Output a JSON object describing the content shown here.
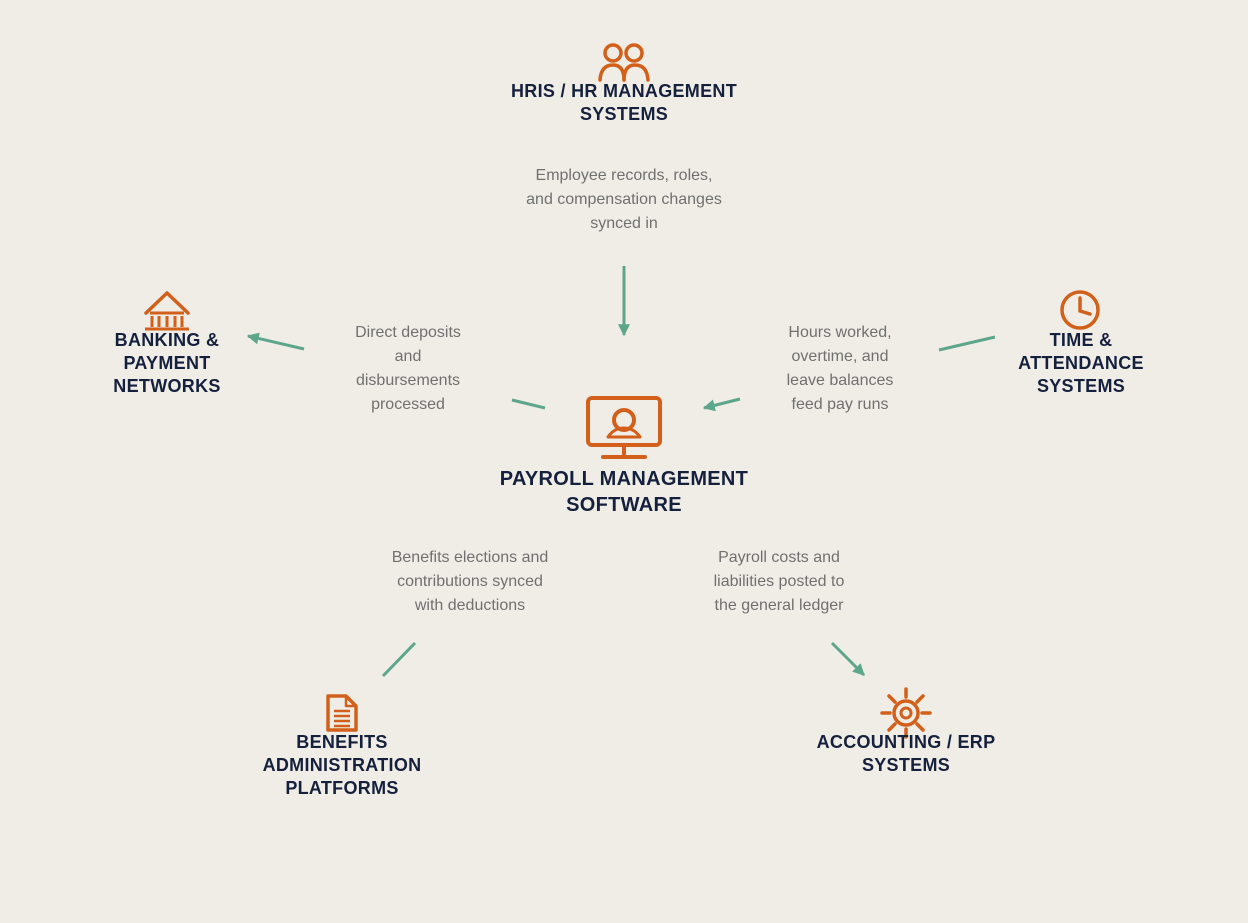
{
  "colors": {
    "background": "#f0ede7",
    "icon": "#d2601a",
    "connector": "#5ea68b",
    "title": "#15203d",
    "description": "#707070"
  },
  "center": {
    "icon": "computer-monitor-user-icon",
    "title": "PAYROLL MANAGEMENT\nSOFTWARE"
  },
  "nodes": {
    "hris": {
      "icon": "people-icon",
      "title": "HRIS / HR MANAGEMENT\nSYSTEMS",
      "description": "Employee records, roles,\nand compensation changes\nsynced in",
      "direction": "into payroll"
    },
    "banking": {
      "icon": "bank-icon",
      "title": "BANKING &\nPAYMENT\nNETWORKS",
      "description": "Direct deposits\nand\ndisbursements\nprocessed",
      "direction": "out of payroll"
    },
    "time": {
      "icon": "clock-icon",
      "title": "TIME &\nATTENDANCE\nSYSTEMS",
      "description": "Hours worked,\novertime, and\nleave balances\nfeed pay runs",
      "direction": "into payroll"
    },
    "benefits": {
      "icon": "document-icon",
      "title": "BENEFITS\nADMINISTRATION\nPLATFORMS",
      "description": "Benefits elections and\ncontributions synced\nwith deductions",
      "direction": "two-way (no arrowhead)"
    },
    "accounting": {
      "icon": "gear-icon",
      "title": "ACCOUNTING / ERP\nSYSTEMS",
      "description": "Payroll costs and\nliabilities posted to\nthe general ledger",
      "direction": "out of payroll"
    }
  }
}
